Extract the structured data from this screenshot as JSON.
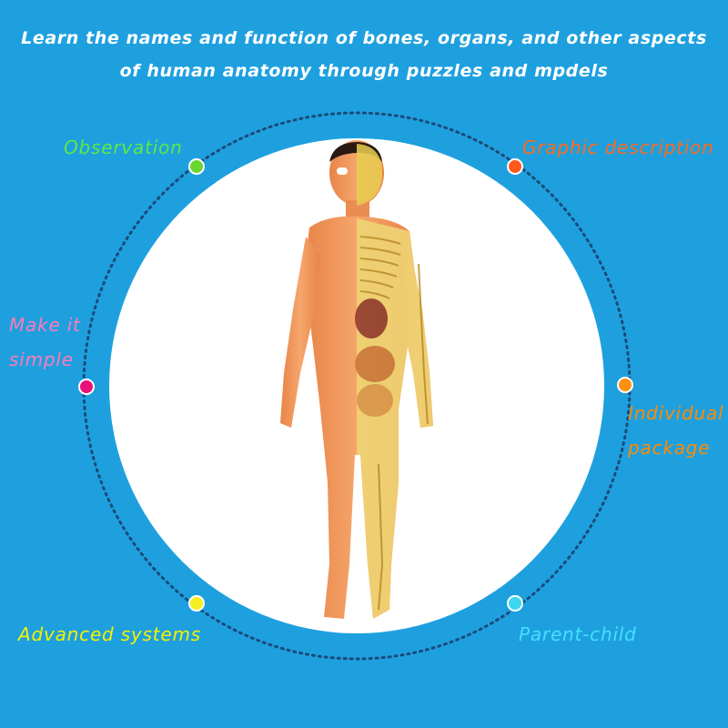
{
  "headline": {
    "line1": "Learn the names and function of bones, organs, and other aspects",
    "line2": "of human anatomy through puzzles and mpdels"
  },
  "features": [
    {
      "id": "observation",
      "lines": [
        "Observation"
      ],
      "color": "#5ee845"
    },
    {
      "id": "graphic-description",
      "lines": [
        "Graphic description"
      ],
      "color": "#ff6a1a"
    },
    {
      "id": "make-it-simple",
      "lines": [
        "Make it",
        "simple"
      ],
      "color": "#ff7ab8"
    },
    {
      "id": "individual-package",
      "lines": [
        "Individual",
        "package"
      ],
      "color": "#ff8a00"
    },
    {
      "id": "advanced-systems",
      "lines": [
        "Advanced systems"
      ],
      "color": "#f4f200"
    },
    {
      "id": "parent-child",
      "lines": [
        "Parent-child"
      ],
      "color": "#45e0ff"
    }
  ],
  "dot_colors": {
    "observation": "#69d631",
    "graphic-description": "#ff5a1e",
    "make-it-simple": "#e8117a",
    "individual-package": "#ff9110",
    "advanced-systems": "#f3f020",
    "parent-child": "#3ad6f2"
  },
  "colors": {
    "background": "#1ea0df",
    "circle": "#ffffff",
    "ring_dots": "#1a4a78",
    "skin": "#f29a5f",
    "skeleton": "#e8cf52"
  }
}
